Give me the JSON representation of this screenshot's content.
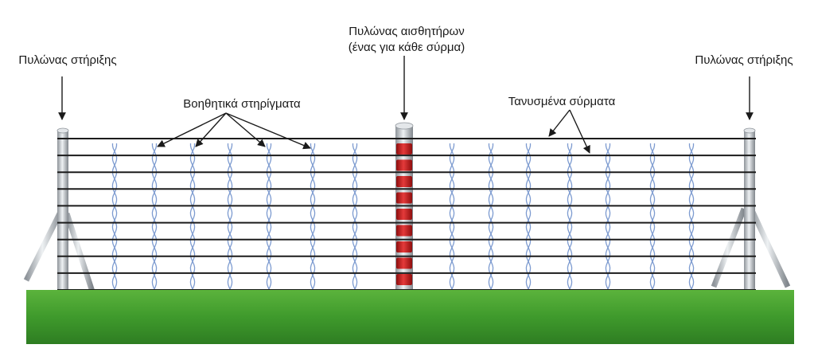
{
  "labels": {
    "support_post_left": "Πυλώνας στήριξης",
    "support_post_right": "Πυλώνας στήριξης",
    "sensor_post_line1": "Πυλώνας αισθητήρων",
    "sensor_post_line2": "(ένας για κάθε σύρμα)",
    "auxiliary_supports": "Βοηθητικά στηρίγματα",
    "tensioned_wires": "Τανυσμένα σύρματα"
  },
  "colors": {
    "ground": "#3f9a2c",
    "wire": "#1c1c1c",
    "post": "#c9ced3",
    "sensor_module": "#d42020",
    "auxiliary_support": "#7d9bd0",
    "arrow": "#1a1a1a"
  },
  "structure": {
    "wire_count": 10,
    "sensor_module_count": 9
  }
}
